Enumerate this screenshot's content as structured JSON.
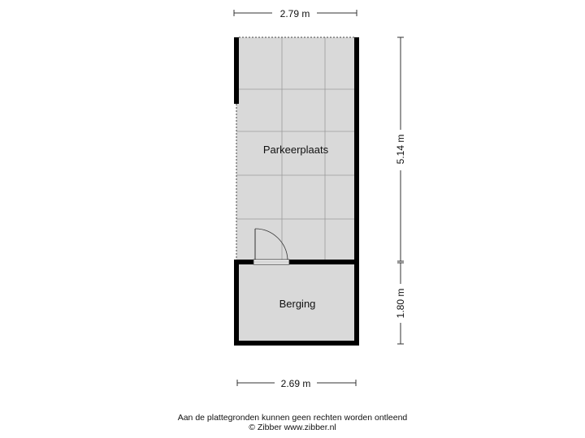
{
  "dimensions": {
    "top_width": "2.79 m",
    "bottom_width": "2.69 m",
    "right_upper_height": "5.14 m",
    "right_lower_height": "1.80 m"
  },
  "rooms": {
    "parking": "Parkeerplaats",
    "storage": "Berging"
  },
  "footer": {
    "disclaimer": "Aan de plattegronden kunnen geen rechten worden ontleend",
    "copyright": "© Zibber www.zibber.nl"
  },
  "colors": {
    "wall": "#000000",
    "floor": "#d9d9d9",
    "tile_line": "#9a9a9a",
    "dimension_line": "#333333"
  }
}
